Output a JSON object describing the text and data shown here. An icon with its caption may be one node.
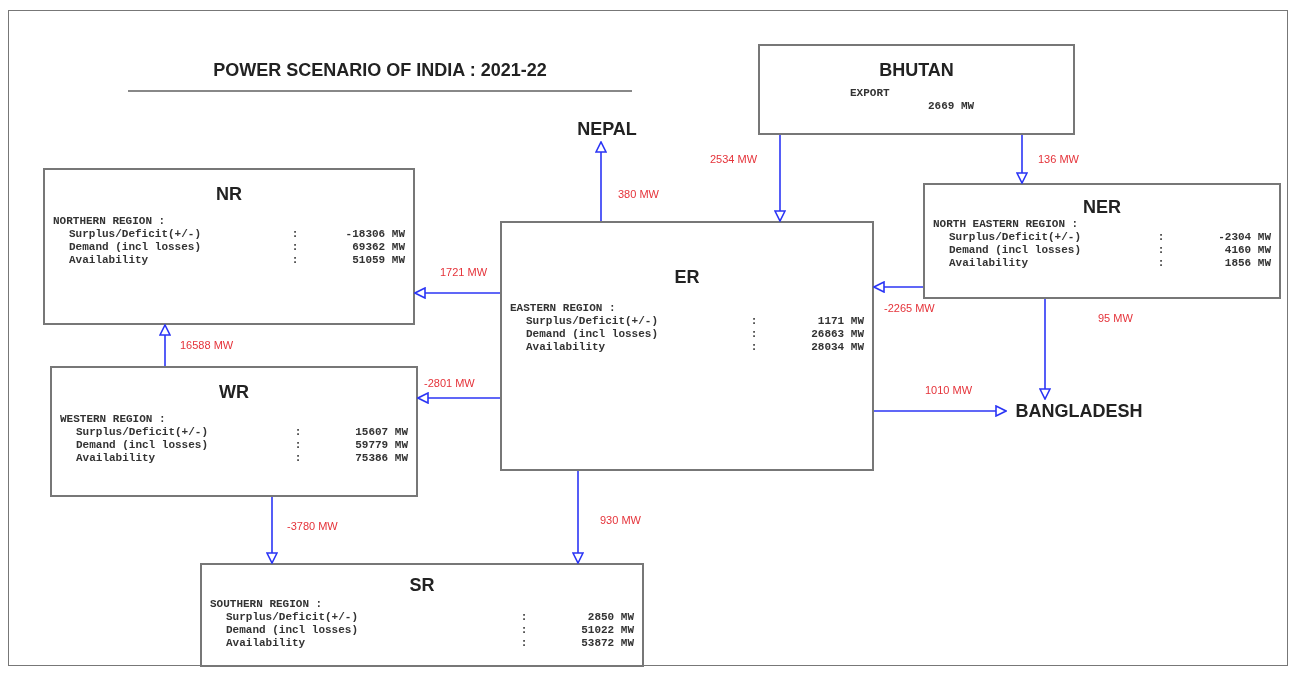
{
  "diagram": {
    "title": "POWER SCENARIO OF INDIA : 2021-22",
    "nodes": [
      {
        "text": [
          "BHUTAN",
          "EXPORT",
          "2669 MW"
        ]
      },
      {
        "text": [
          "NEPAL"
        ]
      },
      {
        "text": [
          "NR",
          "NORTHERN REGION :",
          "Surplus/Deficit(+/-)",
          ":",
          "-18306 MW",
          "Demand (incl losses)",
          ":",
          "69362 MW",
          "Availability",
          ":",
          "51059 MW"
        ]
      },
      {
        "text": [
          "ER",
          "EASTERN REGION :",
          "Surplus/Deficit(+/-)",
          ":",
          "1171 MW",
          "Demand (incl losses)",
          ":",
          "26863 MW",
          "Availability",
          ":",
          "28034 MW"
        ]
      },
      {
        "text": [
          "NER",
          "NORTH EASTERN REGION :",
          "Surplus/Deficit(+/-)",
          ":",
          "-2304 MW",
          "Demand (incl losses)",
          ":",
          "4160 MW",
          "Availability",
          ":",
          "1856 MW"
        ]
      },
      {
        "text": [
          "WR",
          "WESTERN REGION :",
          "Surplus/Deficit(+/-)",
          ":",
          "15607 MW",
          "Demand (incl losses)",
          ":",
          "59779 MW",
          "Availability",
          ":",
          "75386 MW"
        ]
      },
      {
        "text": [
          "BANGLADESH"
        ]
      },
      {
        "text": [
          "SR",
          "SOUTHERN REGION :",
          "Surplus/Deficit(+/-)",
          ":",
          "2850 MW",
          "Demand (incl losses)",
          ":",
          "51022 MW",
          "Availability",
          ":",
          "53872 MW"
        ]
      }
    ],
    "edges": [
      {
        "from": 3,
        "to": 2,
        "arrow": "to",
        "label": "1721 MW"
      },
      {
        "from": 5,
        "to": 2,
        "arrow": "to",
        "label": "16588 MW"
      },
      {
        "from": 3,
        "to": 5,
        "arrow": "to",
        "label": "-2801 MW"
      },
      {
        "from": 3,
        "to": 1,
        "arrow": "to",
        "label": "380 MW"
      },
      {
        "from": 0,
        "to": 3,
        "arrow": "to",
        "label": "2534 MW"
      },
      {
        "from": 0,
        "to": 4,
        "arrow": "to",
        "label": "136 MW"
      },
      {
        "from": 4,
        "to": 3,
        "arrow": "to",
        "label": "-2265 MW"
      },
      {
        "from": 4,
        "to": 6,
        "arrow": "to",
        "label": "95 MW"
      },
      {
        "from": 3,
        "to": 6,
        "arrow": "to",
        "label": "1010 MW"
      },
      {
        "from": 5,
        "to": 7,
        "arrow": "to",
        "label": "-3780 MW"
      },
      {
        "from": 3,
        "to": 7,
        "arrow": "to",
        "label": "930 MW"
      }
    ]
  }
}
